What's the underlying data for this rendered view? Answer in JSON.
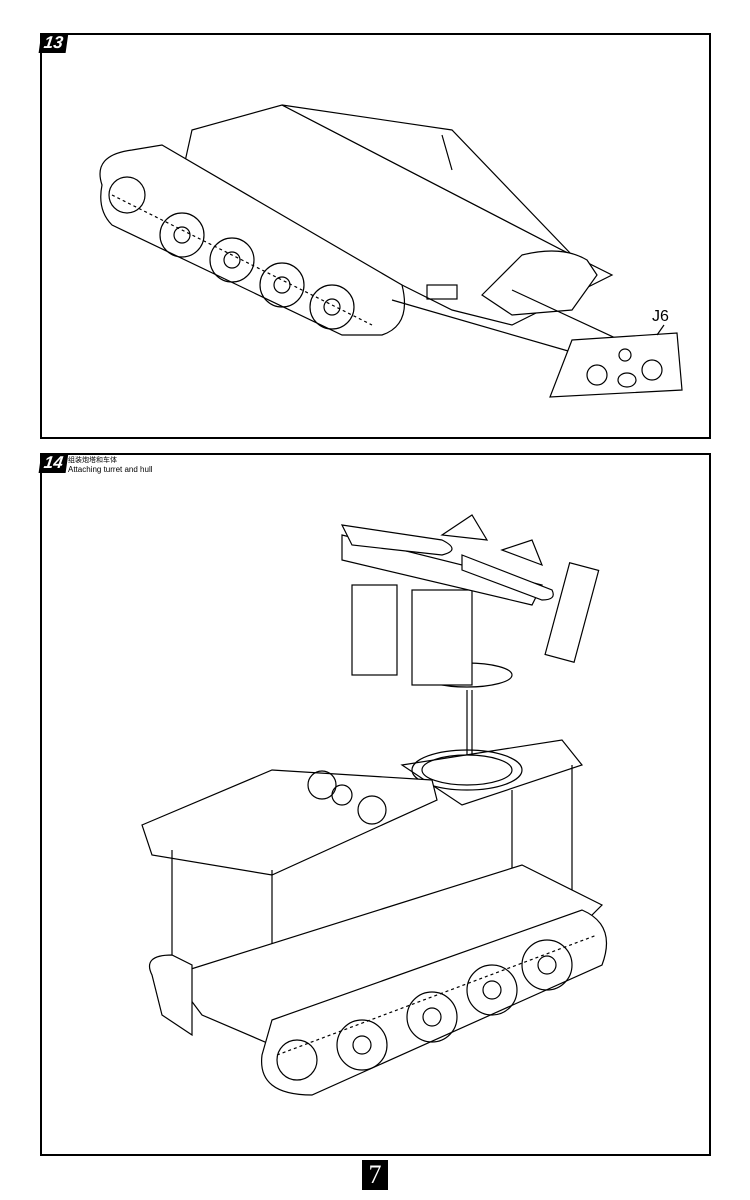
{
  "steps": [
    {
      "number": "13",
      "part_label": "J6"
    },
    {
      "number": "14",
      "caption_zh": "组装炮塔和车体",
      "caption_en": "Attaching turret and  hull"
    }
  ],
  "page_number": "7"
}
